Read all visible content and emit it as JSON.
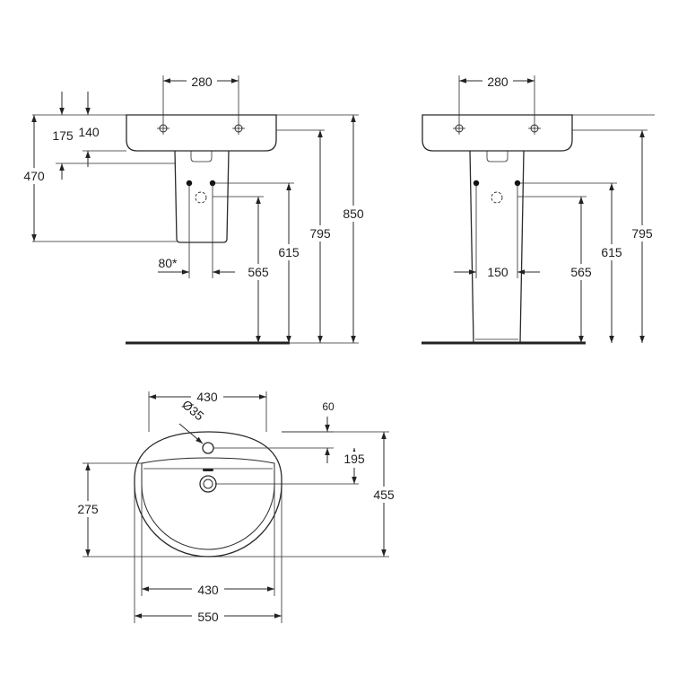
{
  "side_view": {
    "tap_spacing": "280",
    "dim_175": "175",
    "dim_140": "140",
    "dim_470": "470",
    "dim_80": "80*",
    "dim_565": "565",
    "dim_615": "615",
    "dim_795": "795",
    "dim_850": "850"
  },
  "front_view": {
    "tap_spacing": "280",
    "pedestal_width": "150",
    "dim_565": "565",
    "dim_615": "615",
    "dim_795": "795"
  },
  "top_view": {
    "width_430_top": "430",
    "tap_hole_diameter": "Ø35",
    "dim_60": "60",
    "dim_195": "195",
    "dim_275": "275",
    "depth_455": "455",
    "bowl_width_430": "430",
    "overall_width_550": "550"
  },
  "colors": {
    "line": "#2a2a2a",
    "background": "#ffffff"
  }
}
